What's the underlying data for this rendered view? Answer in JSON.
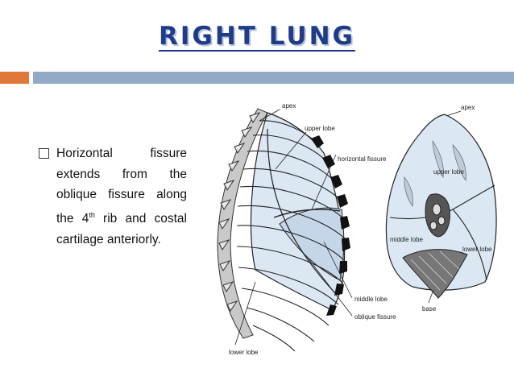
{
  "slide": {
    "title": "RIGHT LUNG",
    "bullet": {
      "text_before": "Horizontal fissure extends from the oblique fissure along the 4",
      "superscript": "th",
      "text_after": " rib and costal cartilage anteriorly."
    }
  },
  "figure": {
    "left_labels": {
      "apex": "apex",
      "upper_lobe": "upper lobe",
      "horizontal_fissure": "horizontal fissure",
      "middle_lobe": "middle lobe",
      "oblique_fissure": "oblique fissure",
      "lower_lobe": "lower lobe"
    },
    "right_labels": {
      "apex": "apex",
      "upper_lobe": "upper lobe",
      "middle_lobe": "middle lobe",
      "lower_lobe": "lower lobe",
      "base": "base"
    }
  },
  "colors": {
    "title": "#1f3c88",
    "accent_orange": "#e0783a",
    "accent_blue": "#93aac7",
    "lung_fill": "#dbe7f3",
    "lung_fill_dark": "#c5d6e8"
  }
}
